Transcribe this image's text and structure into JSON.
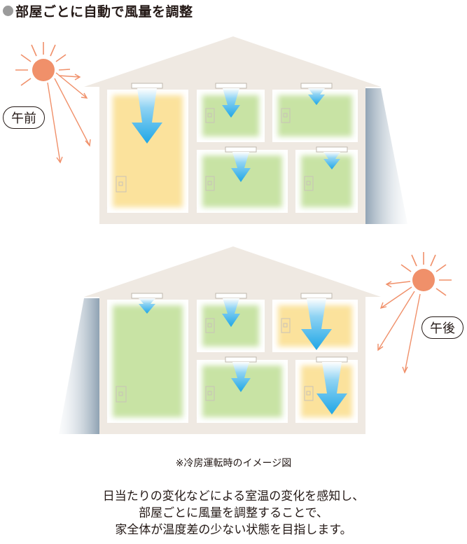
{
  "heading": "部屋ごとに自動で風量を調整",
  "labels": {
    "morning": "午前",
    "afternoon": "午後"
  },
  "note": "※冷房運転時のイメージ図",
  "caption": [
    "日当たりの変化などによる室温の変化を感知し、",
    "部屋ごとに風量を調整することで、",
    "家全体が温度差の少ない状態を目指します。"
  ],
  "colors": {
    "warm_room": "#fbe29c",
    "cool_room": "#c8e3a4",
    "arrow": "#1ea6e6",
    "sun": "#f0906a",
    "wall": "#efe9e2",
    "shade": "#a9b8c4"
  }
}
